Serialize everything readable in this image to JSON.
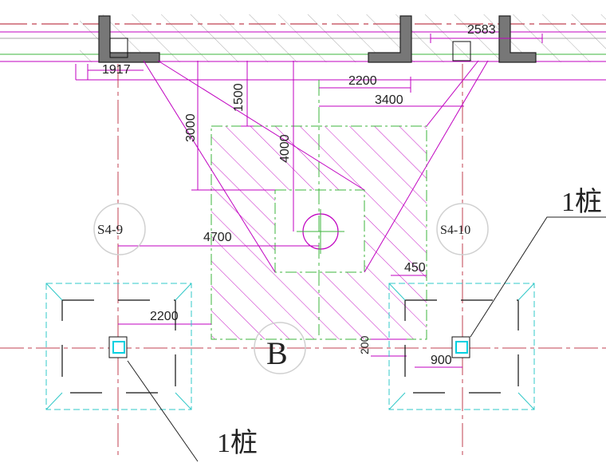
{
  "colors": {
    "magenta": "#c000c0",
    "red": "#c04050",
    "green": "#3cb43c",
    "cyan": "#30c8c8",
    "gray": "#8a8a8a",
    "black": "#111111",
    "hatch": "#808080"
  },
  "dimensions": {
    "d1917": "1917",
    "d2583": "2583",
    "d2200_top": "2200",
    "d3400": "3400",
    "d1500": "1500",
    "d3000": "3000",
    "d4000": "4000",
    "d4700": "4700",
    "d2200_left": "2200",
    "d450": "450",
    "d200": "200",
    "d900": "900"
  },
  "labels": {
    "axis_left": "S4-9",
    "axis_right": "S4-10",
    "grid_b": "B",
    "pile_top_right": "1桩",
    "pile_bottom_left": "1桩"
  }
}
